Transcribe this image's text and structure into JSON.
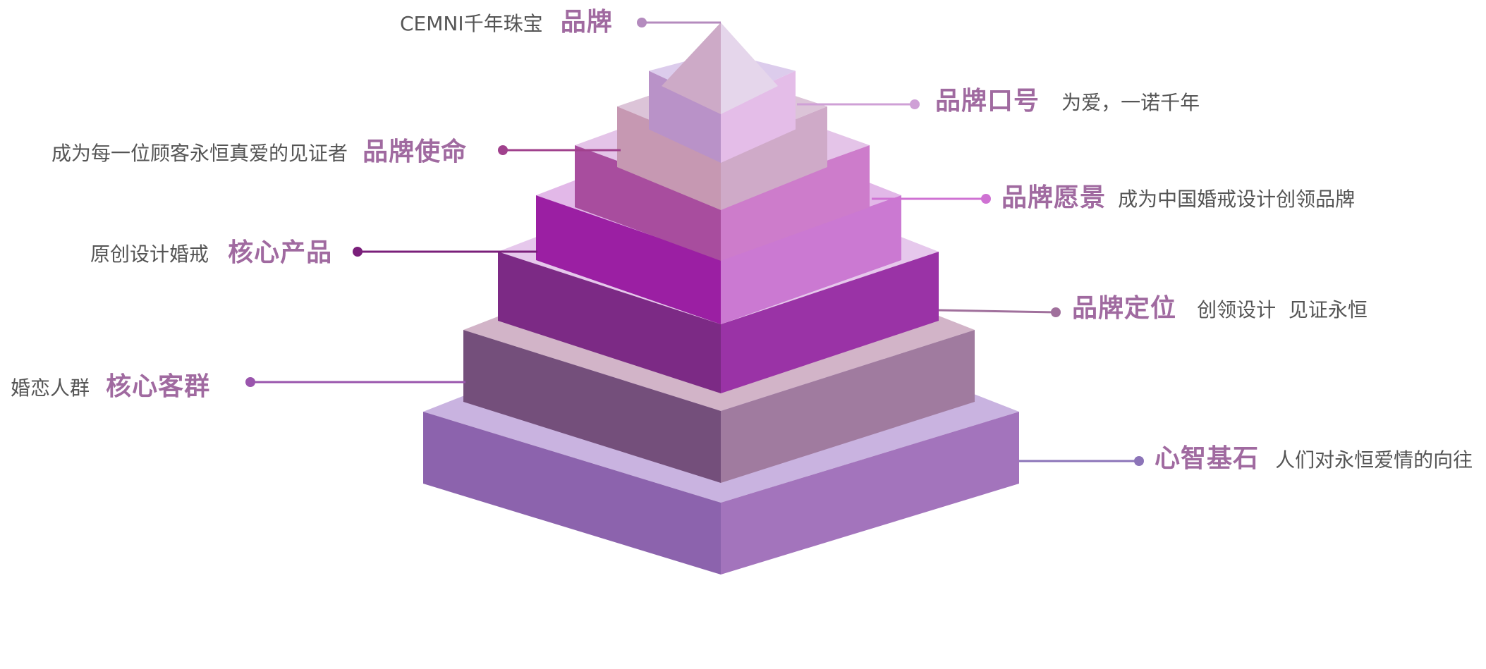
{
  "colors": {
    "heading": "#a06aa0",
    "desc": "#555555",
    "tiers": [
      {
        "top": "#c9b3e0",
        "left": "#8c63ad",
        "right": "#a374bc"
      },
      {
        "top": "#d2b4c8",
        "left": "#744f7b",
        "right": "#a07b9f"
      },
      {
        "top": "#e6c8ec",
        "left": "#7c2a85",
        "right": "#9a33a6"
      },
      {
        "top": "#e2b8e8",
        "left": "#9b1fa3",
        "right": "#cb79d2"
      },
      {
        "top": "#e4c4e8",
        "left": "#a84d9e",
        "right": "#cd7ccb"
      },
      {
        "top": "#dcc4d8",
        "left": "#c698b2",
        "right": "#cfaac8"
      },
      {
        "top": "#dcccec",
        "left": "#b992c8",
        "right": "#e4bde8"
      }
    ],
    "apex": {
      "left": "#cdaac7",
      "right": "#e5d6eb"
    }
  },
  "labels": {
    "brand": {
      "title": "品牌",
      "desc": "CEMNI千年珠宝",
      "line": "#b48bbe"
    },
    "slogan": {
      "title": "品牌口号",
      "desc": "为爱，一诺千年",
      "line": "#cfa0d6"
    },
    "mission": {
      "title": "品牌使命",
      "desc": "成为每一位顾客永恒真爱的见证者",
      "line": "#a0418d"
    },
    "vision": {
      "title": "品牌愿景",
      "desc": "成为中国婚戒设计创领品牌",
      "line": "#cf72d3"
    },
    "product": {
      "title": "核心产品",
      "desc": "原创设计婚戒",
      "line": "#7a1f7a"
    },
    "positioning": {
      "title": "品牌定位",
      "desc": "创领设计  见证永恒",
      "line": "#a0709c"
    },
    "customers": {
      "title": "核心客群",
      "desc": "婚恋人群",
      "line": "#9a55ad"
    },
    "foundation": {
      "title": "心智基石",
      "desc": "人们对永恒爱情的向往",
      "line": "#8c74b8"
    }
  }
}
